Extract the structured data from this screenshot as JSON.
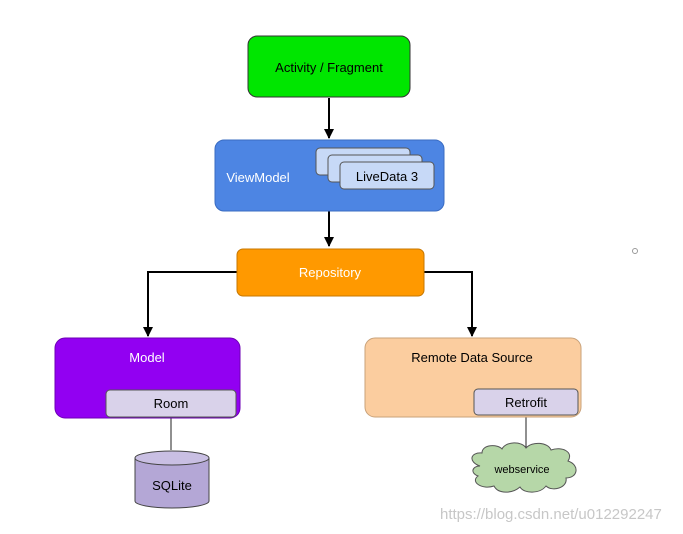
{
  "diagram": {
    "nodes": {
      "activity": {
        "label": "Activity / Fragment",
        "color": "#00e600"
      },
      "viewmodel": {
        "label": "ViewModel",
        "color": "#4d85e3"
      },
      "livedata": {
        "label": "LiveData 3",
        "color": "#c7d9f7"
      },
      "repository": {
        "label": "Repository",
        "color": "#ff9900"
      },
      "model": {
        "label": "Model",
        "color": "#9200f2"
      },
      "room": {
        "label": "Room",
        "color": "#d9d2ea"
      },
      "sqlite": {
        "label": "SQLite",
        "color": "#b4a7d6"
      },
      "remote": {
        "label": "Remote Data Source",
        "color": "#fbcd9f"
      },
      "retrofit": {
        "label": "Retrofit",
        "color": "#d9d2ea"
      },
      "webservice": {
        "label": "webservice",
        "color": "#b6d7a8"
      }
    },
    "edges": [
      {
        "from": "Activity / Fragment",
        "to": "ViewModel"
      },
      {
        "from": "ViewModel",
        "to": "Repository"
      },
      {
        "from": "Repository",
        "to": "Model"
      },
      {
        "from": "Repository",
        "to": "Remote Data Source"
      },
      {
        "from": "Room",
        "to": "SQLite"
      },
      {
        "from": "Retrofit",
        "to": "webservice"
      }
    ]
  },
  "watermark": "https://blog.csdn.net/u012292247"
}
